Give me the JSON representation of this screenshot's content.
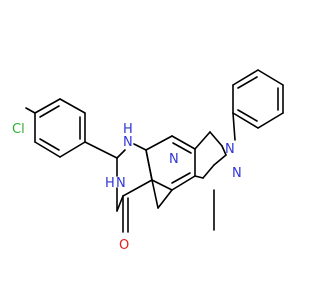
{
  "structure": {
    "atom_labels": {
      "chlorine": "Cl",
      "nh_top": "N",
      "nh_top_h": "H",
      "nh_bottom": "N",
      "nh_bottom_h": "H",
      "n_pyridine": "N",
      "n_pyrazole_1": "N",
      "n_pyrazole_2": "N",
      "oxygen": "O"
    },
    "colors": {
      "bond": "#000000",
      "chlorine": "#2fae2f",
      "nitrogen": "#2f35d6",
      "oxygen": "#e0201b"
    }
  }
}
